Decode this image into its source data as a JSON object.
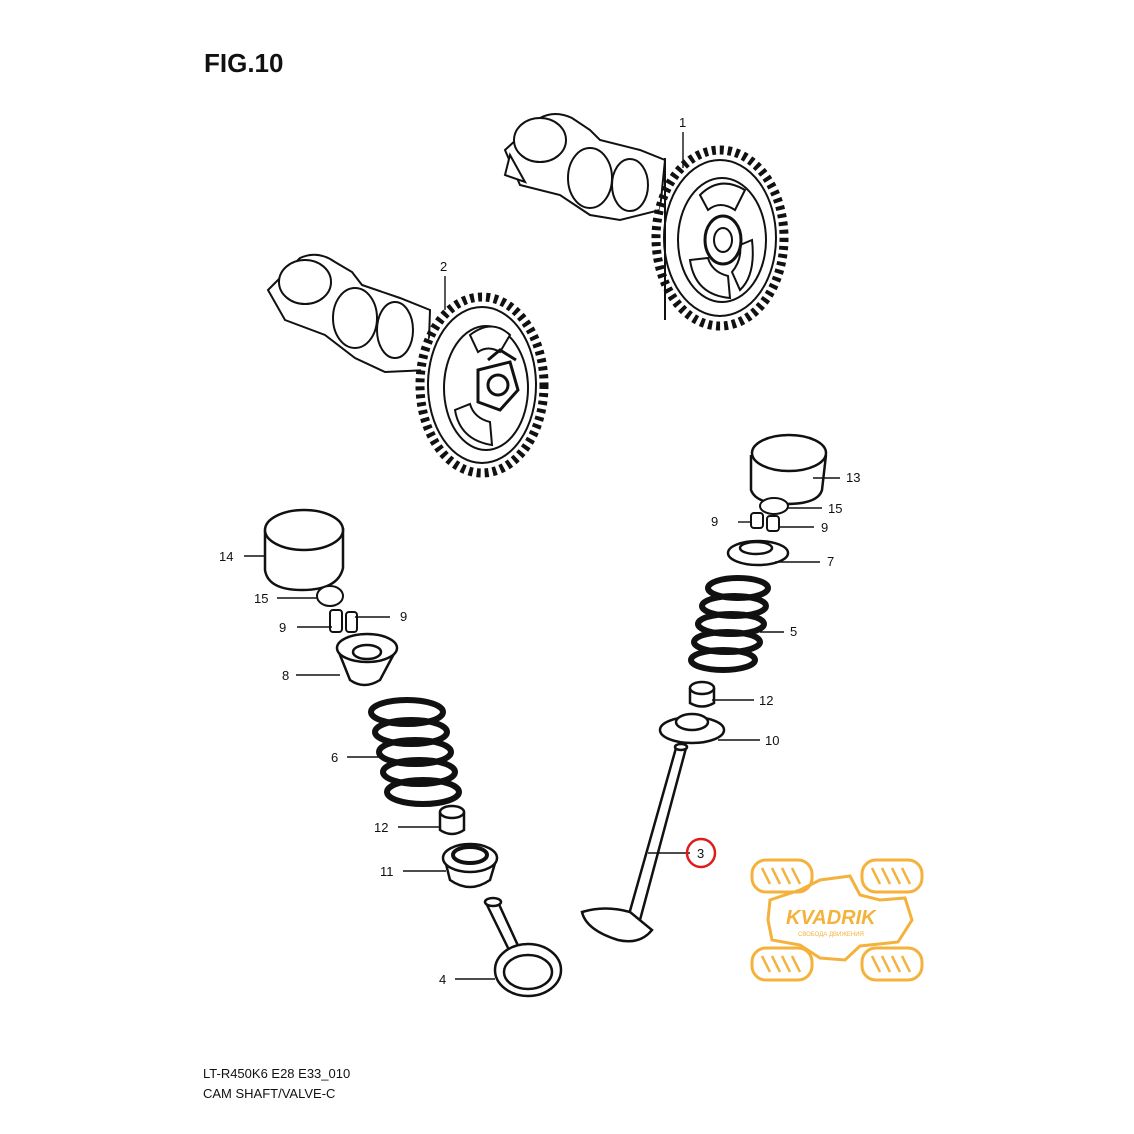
{
  "figure": {
    "title": "FIG.10",
    "model_code": "LT-R450K6 E28 E33_010",
    "section_name": "CAM SHAFT/VALVE-C"
  },
  "callouts": [
    "1",
    "2",
    "13",
    "15",
    "9",
    "9",
    "7",
    "5",
    "12",
    "10",
    "3",
    "14",
    "15",
    "9",
    "9",
    "8",
    "6",
    "12",
    "11",
    "4"
  ],
  "highlighted_callout": "3",
  "watermark": {
    "brand": "KVADRIK",
    "tagline": "СВОБОДА ДВИЖЕНИЯ",
    "color": "#f4b23c"
  },
  "highlight_color": "#e01b1b"
}
